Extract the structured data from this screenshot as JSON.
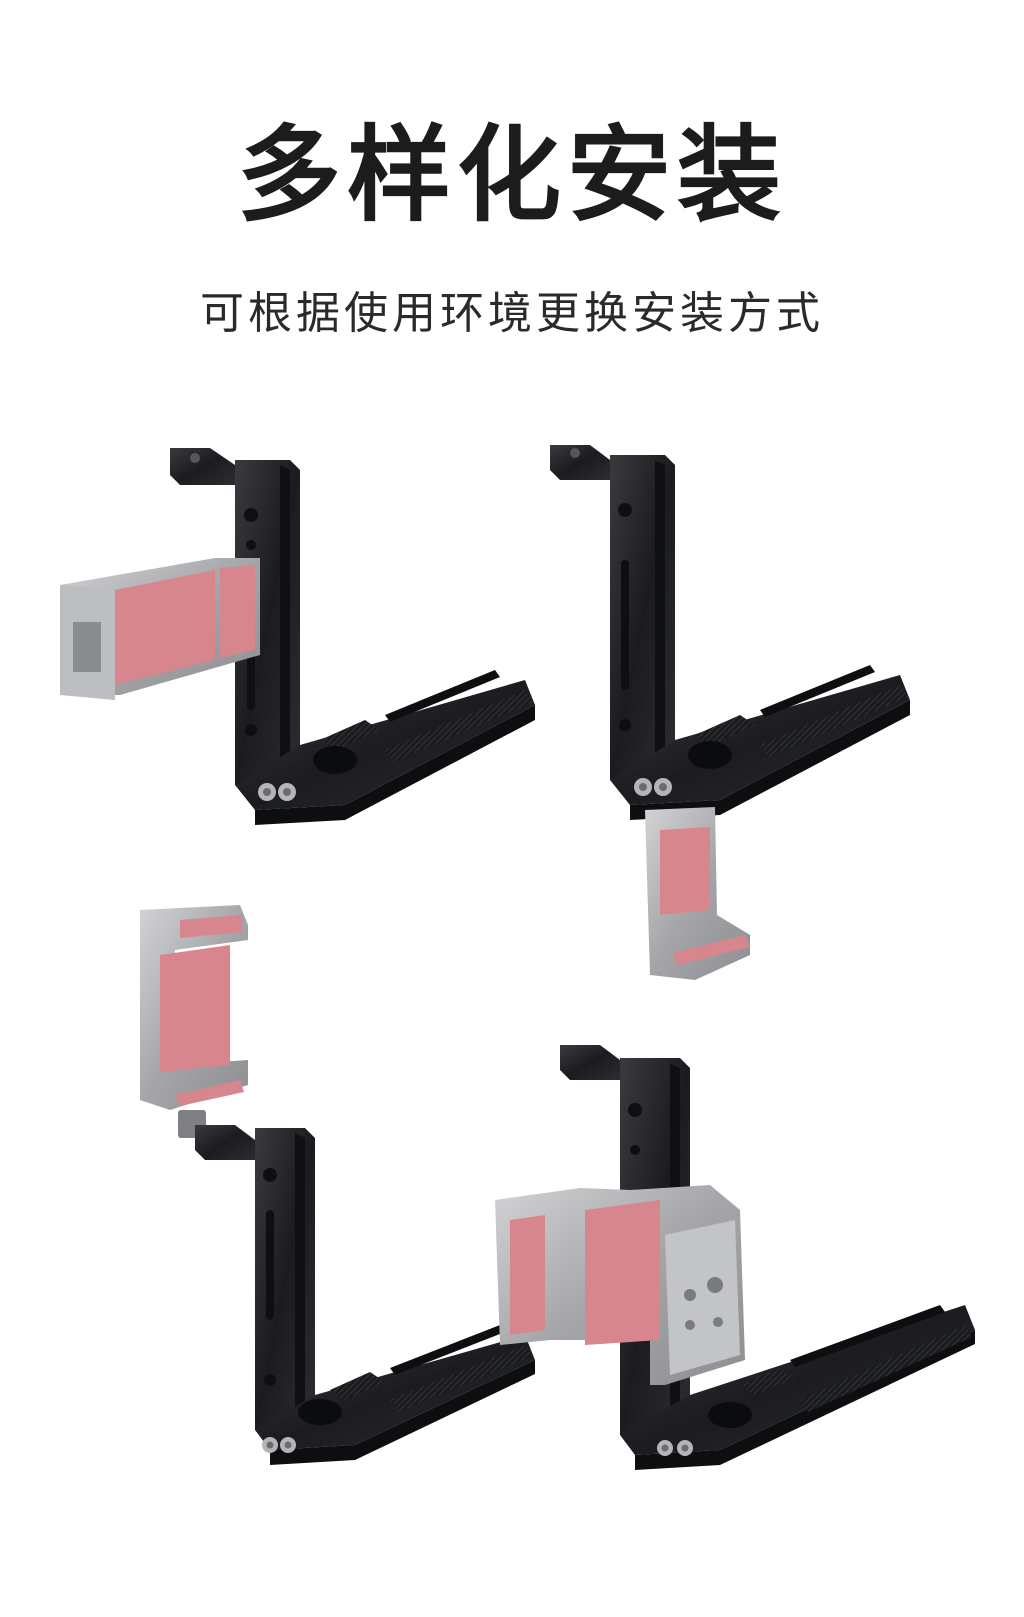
{
  "header": {
    "title": "多样化安装",
    "subtitle": "可根据使用环境更换安装方式"
  },
  "colors": {
    "bracket": "#1e1f22",
    "clamp_metal": "#a9aaac",
    "pad": "#d9878f",
    "text": "#1c1c1c"
  },
  "photos": [
    {
      "name": "bracket-clamp-side-horizontal"
    },
    {
      "name": "bracket-clamp-below-vertical"
    },
    {
      "name": "bracket-clamp-top-vertical"
    },
    {
      "name": "bracket-clamp-front-horizontal"
    }
  ]
}
